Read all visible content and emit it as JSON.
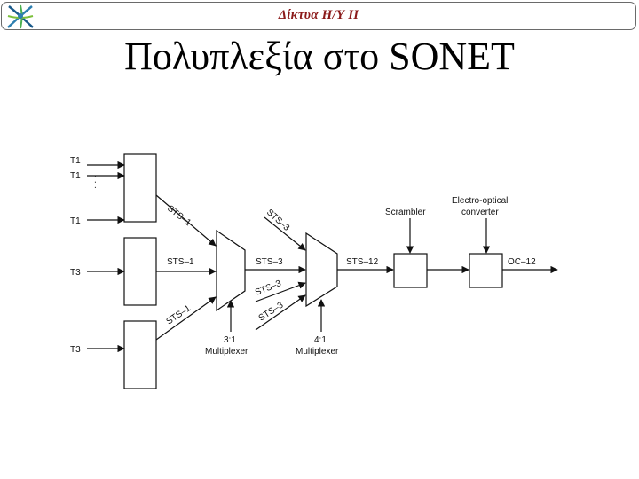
{
  "header": {
    "title": "Δίκτυα Η/Υ ΙΙ"
  },
  "slide": {
    "title": "Πολυπλεξία στο SONET"
  },
  "diagram": {
    "inputs": {
      "t1_top": "T1",
      "t1_second": "T1",
      "t1_bottom": "T1",
      "t3_first": "T3",
      "t3_second": "T3"
    },
    "ellipsis": "· · ·",
    "links": {
      "sts1_upper": "STS–1",
      "sts1_middle": "STS–1",
      "sts1_lower": "STS–1",
      "sts3_out": "STS–3",
      "sts3_upper": "STS–3",
      "sts3_lower_a": "STS–3",
      "sts3_lower_b": "STS–3",
      "sts12": "STS–12",
      "oc12": "OC–12"
    },
    "mux1": {
      "ratio": "3:1",
      "label": "Multiplexer"
    },
    "mux2": {
      "ratio": "4:1",
      "label": "Multiplexer"
    },
    "scrambler": {
      "label": "Scrambler"
    },
    "converter": {
      "label_line1": "Electro-optical",
      "label_line2": "converter"
    }
  }
}
